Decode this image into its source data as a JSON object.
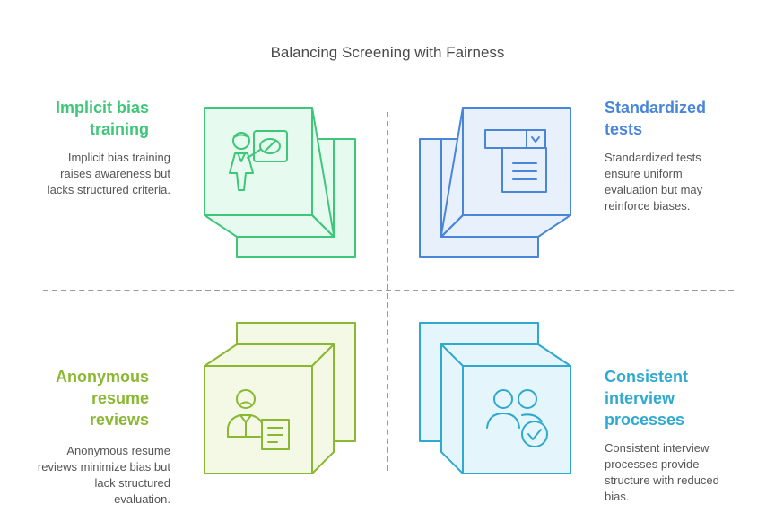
{
  "title": "Balancing Screening with Fairness",
  "quadrants": [
    {
      "heading": "Implicit bias training",
      "description": "Implicit bias training raises awareness but lacks structured criteria.",
      "color": "#3ec779",
      "fill": "#e6faf0",
      "icon": "teacher-presentation-icon"
    },
    {
      "heading": "Standardized tests",
      "description": "Standardized tests ensure uniform evaluation but may reinforce biases.",
      "color": "#4a86d8",
      "fill": "#e8f0fb",
      "icon": "test-form-icon"
    },
    {
      "heading": "Anonymous resume reviews",
      "description": "Anonymous resume reviews minimize bias but lack structured evaluation.",
      "color": "#8ab832",
      "fill": "#f3f9e4",
      "icon": "anonymous-resume-icon"
    },
    {
      "heading": "Consistent interview processes",
      "description": "Consistent interview processes provide structure with reduced bias.",
      "color": "#2fa9cf",
      "fill": "#e4f5fb",
      "icon": "interviewers-check-icon"
    }
  ]
}
